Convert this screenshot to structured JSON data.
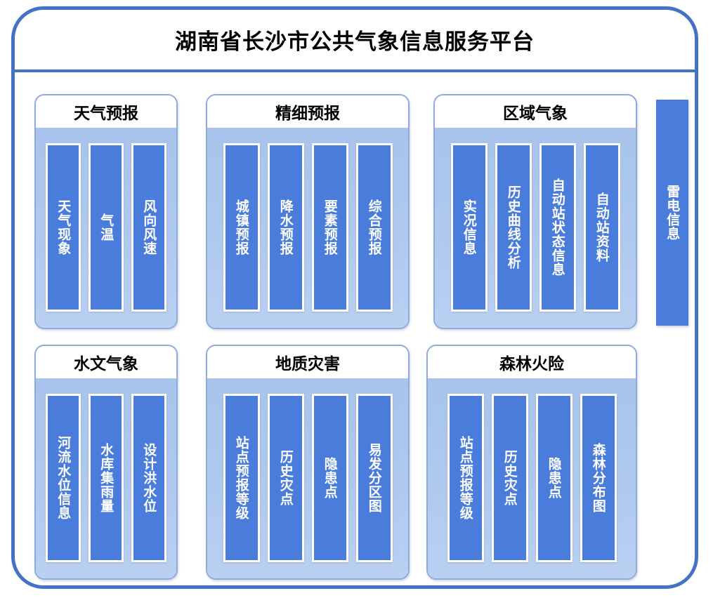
{
  "platform": {
    "title": "湖南省长沙市公共气象信息服务平台",
    "frame_color": "#4472C4",
    "panel_border_color": "#8FAADC",
    "panel_body_color": "#A8C4EC",
    "item_bar_color": "#4A7DDB",
    "item_bar_border_color": "#FFFFFF"
  },
  "modules": [
    {
      "id": "weather-forecast",
      "title": "天气预报",
      "items": [
        {
          "label": "天气现象"
        },
        {
          "label": "气温"
        },
        {
          "label": "风向风速"
        }
      ]
    },
    {
      "id": "refined-forecast",
      "title": "精细预报",
      "items": [
        {
          "label": "城镇预报"
        },
        {
          "label": "降水预报"
        },
        {
          "label": "要素预报"
        },
        {
          "label": "综合预报"
        }
      ]
    },
    {
      "id": "regional-meteorology",
      "title": "区域气象",
      "items": [
        {
          "label": "实况信息"
        },
        {
          "label": "历史曲线分析"
        },
        {
          "label": "自动站状态信息"
        },
        {
          "label": "自动站资料"
        }
      ]
    },
    {
      "id": "hydro-meteorology",
      "title": "水文气象",
      "items": [
        {
          "label": "河流水位信息"
        },
        {
          "label": "水库集雨量"
        },
        {
          "label": "设计洪水位"
        }
      ]
    },
    {
      "id": "geological-disaster",
      "title": "地质灾害",
      "items": [
        {
          "label": "站点预报等级"
        },
        {
          "label": "历史灾点"
        },
        {
          "label": "隐患点"
        },
        {
          "label": "易发分区图"
        }
      ]
    },
    {
      "id": "forest-fire-risk",
      "title": "森林火险",
      "items": [
        {
          "label": "站点预报等级"
        },
        {
          "label": "历史灾点"
        },
        {
          "label": "隐患点"
        },
        {
          "label": "森林分布图"
        }
      ]
    }
  ],
  "standalone": {
    "lightning": {
      "label": "雷电信息"
    }
  }
}
